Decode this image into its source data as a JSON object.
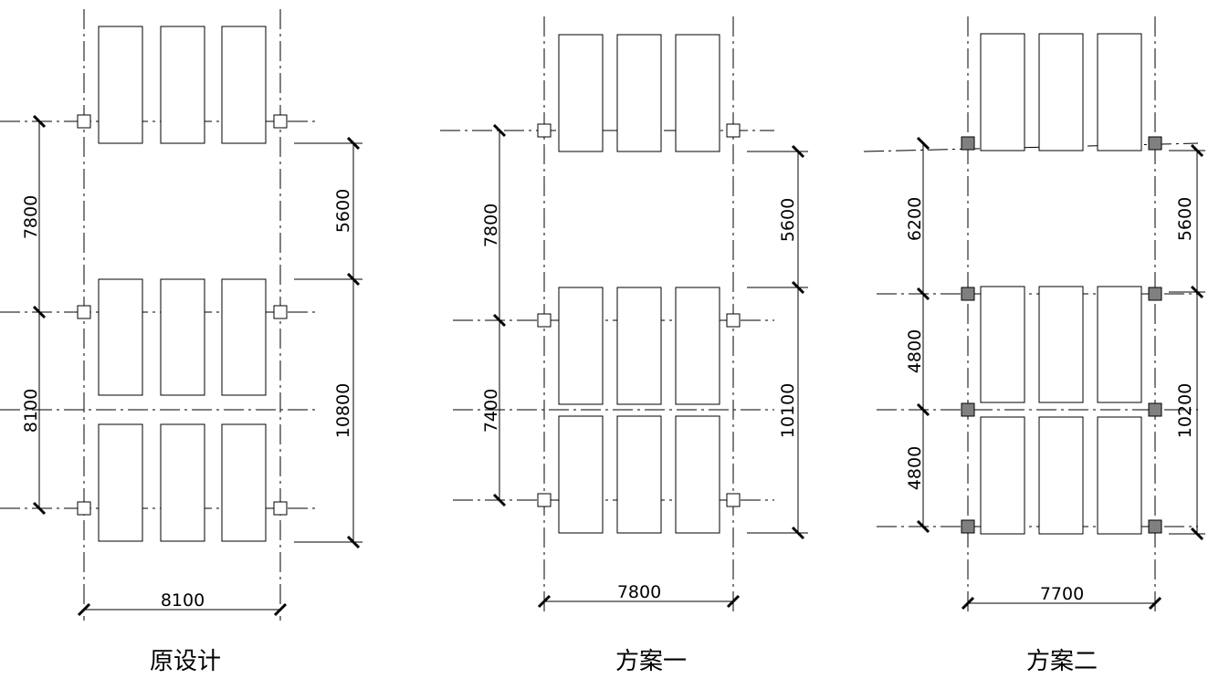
{
  "plans": [
    {
      "caption": "原设计",
      "span_width": "8100",
      "left_dims": [
        "7800",
        "8100"
      ],
      "right_dims": [
        "5600",
        "10800"
      ]
    },
    {
      "caption": "方案一",
      "span_width": "7800",
      "left_dims": [
        "7800",
        "7400"
      ],
      "right_dims": [
        "5600",
        "10100"
      ]
    },
    {
      "caption": "方案二",
      "span_width": "7700",
      "left_dims": [
        "6200",
        "4800",
        "4800"
      ],
      "right_dims": [
        "5600",
        "10200"
      ]
    }
  ],
  "colors": {
    "line": "#000000",
    "column_fill_scheme2": "#808080"
  }
}
